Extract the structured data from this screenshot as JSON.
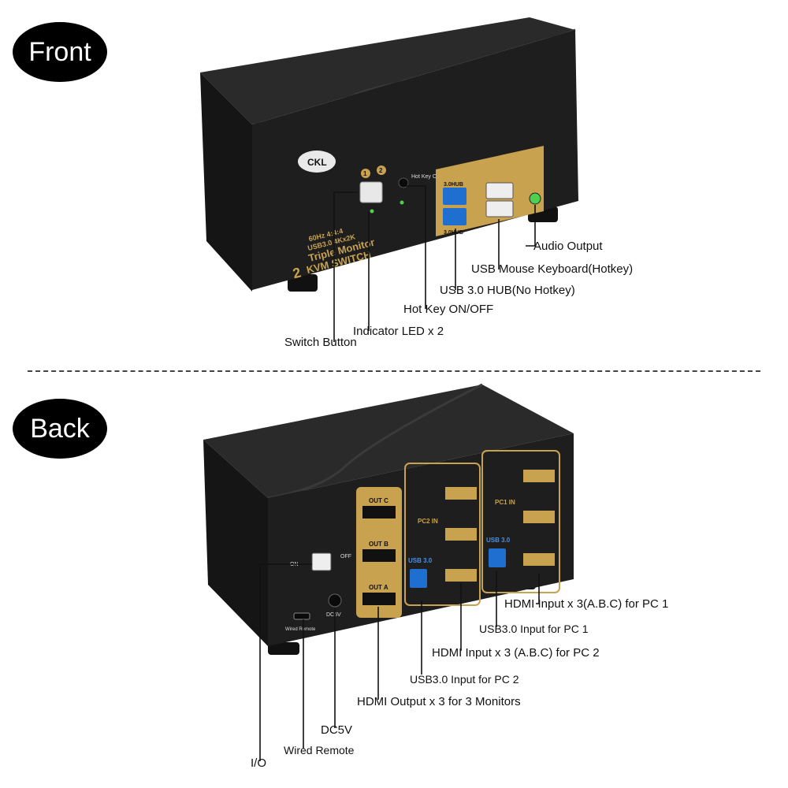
{
  "sections": {
    "front": "Front",
    "back": "Back"
  },
  "front_labels": {
    "audio_output": "Audio Output",
    "usb_mouse_keyboard": "USB Mouse Keyboard(Hotkey)",
    "usb_hub": "USB 3.0 HUB(No Hotkey)",
    "hot_key": "Hot Key ON/OFF",
    "indicator_led": "Indicator LED x 2",
    "switch_button": "Switch Button"
  },
  "back_labels": {
    "hdmi_input_pc1": "HDMI Input x 3(A.B.C) for PC 1",
    "usb_input_pc1": "USB3.0 Input for PC 1",
    "hdmi_input_pc2": "HDMI Input x 3 (A.B.C) for PC 2",
    "usb_input_pc2": "USB3.0 Input for PC 2",
    "hdmi_output": "HDMI Output x 3 for 3 Monitors",
    "dc5v": "DC5V",
    "wired_remote": "Wired Remote",
    "io": "I/O"
  },
  "device_front": {
    "brand": "CKL",
    "button_numbers": [
      "1",
      "2"
    ],
    "hotkey_text": "Hot Key ON/OFF",
    "hub_top": "3.0HUB",
    "hub_bottom": "3.0HUB",
    "badge_line1": "60Hz 4:4:4",
    "badge_line2": "USB3.0 4Kx2K",
    "product_line1": "Triple Monitor",
    "product_line2": "KVM SWITCH",
    "ports": "2"
  },
  "device_back": {
    "out_c": "OUT C",
    "out_b": "OUT B",
    "out_a": "OUT A",
    "pc2_in": "PC2 IN",
    "pc1_in": "PC1 IN",
    "usb30_left": "USB 3.0",
    "usb30_right": "USB 3.0",
    "on": "ON",
    "off": "OFF",
    "dc5v_small": "DC5V",
    "wired_remote_small": "Wired Remote"
  },
  "colors": {
    "body": "#1c1c1c",
    "gold": "#c9a24f",
    "led": "#4fd14f",
    "usb_blue": "#1f6fd1"
  }
}
